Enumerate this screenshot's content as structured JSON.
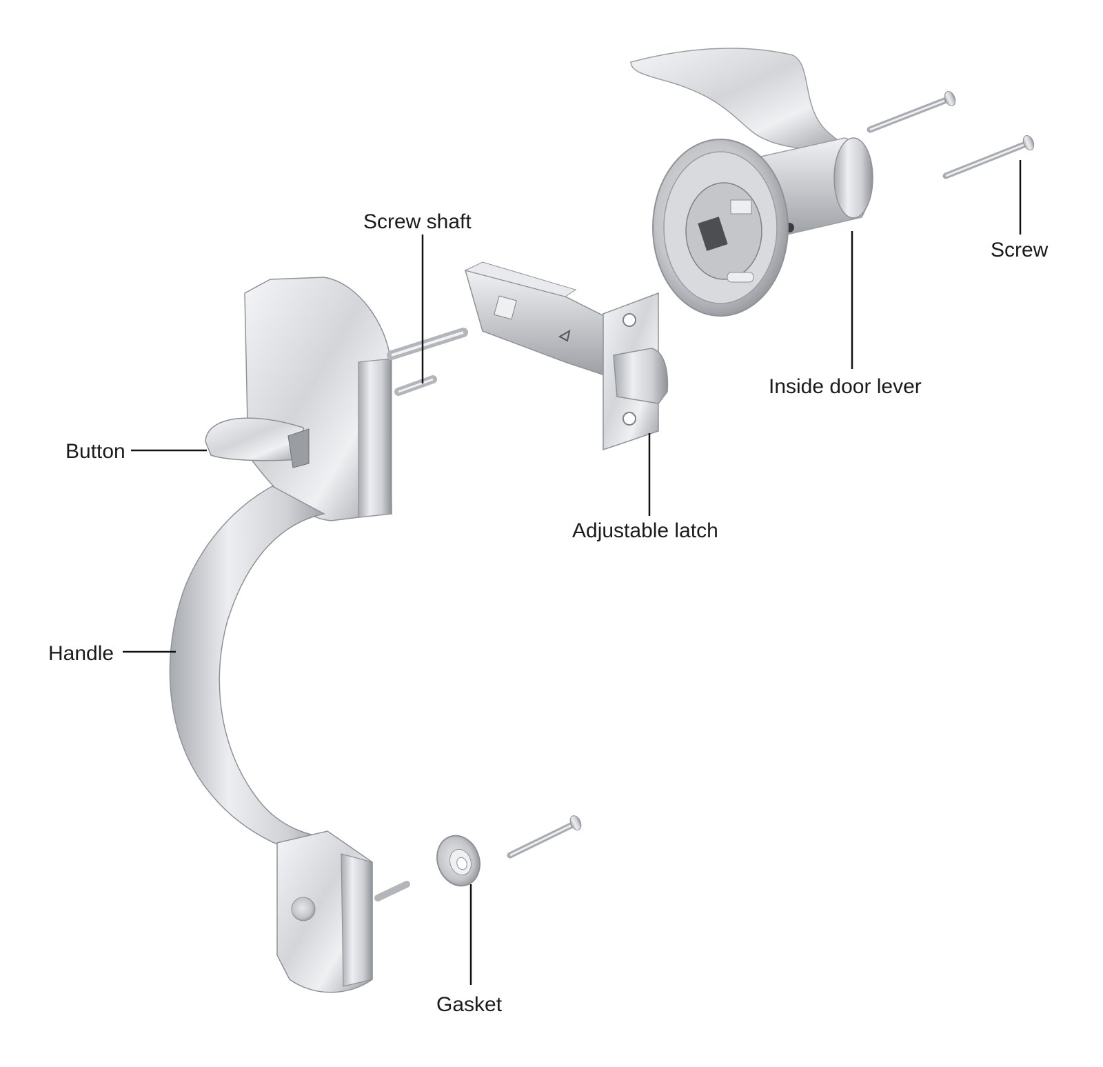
{
  "labels": {
    "screw_shaft": "Screw shaft",
    "screw": "Screw",
    "inside_door_lever": "Inside door lever",
    "button": "Button",
    "adjustable_latch": "Adjustable latch",
    "handle": "Handle",
    "gasket": "Gasket"
  },
  "colors": {
    "metal_light": "#f2f3f5",
    "metal_mid": "#c9cbcf",
    "metal_dark": "#8e9196",
    "leader_line": "#111111",
    "text": "#1a1a1a"
  }
}
